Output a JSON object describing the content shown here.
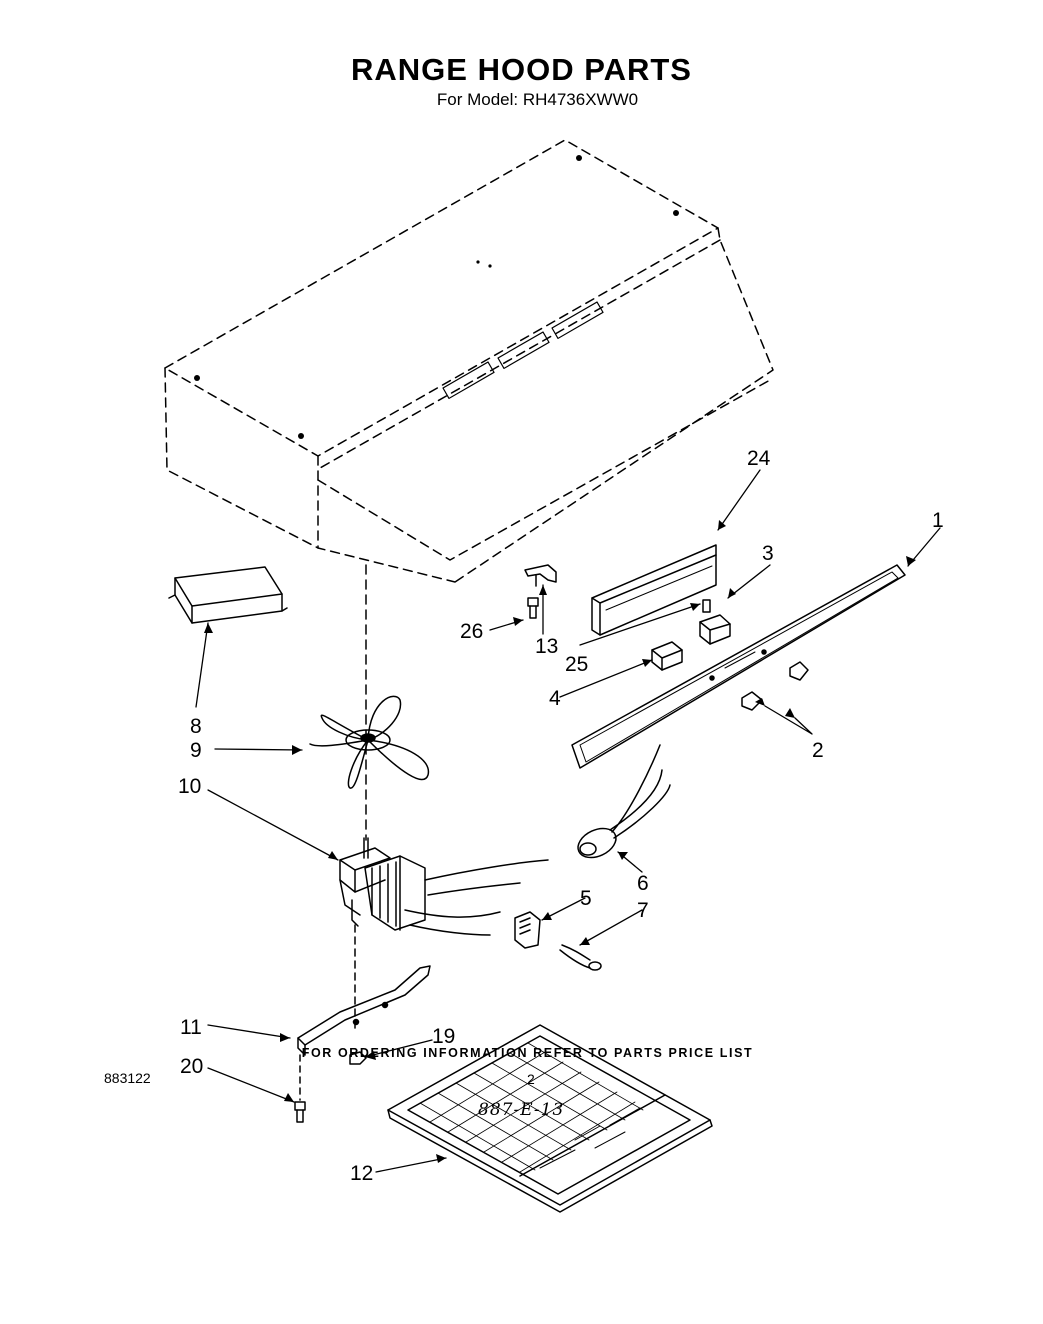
{
  "header": {
    "title": "RANGE HOOD PARTS",
    "subtitle": "For Model: RH4736XWW0"
  },
  "callouts": [
    "1",
    "2",
    "3",
    "4",
    "5",
    "6",
    "7",
    "8",
    "9",
    "10",
    "11",
    "12",
    "13",
    "19",
    "20",
    "24",
    "25",
    "26"
  ],
  "footer": {
    "ordering_note": "FOR ORDERING INFORMATION REFER TO PARTS PRICE LIST",
    "doc_number": "883122",
    "page_number": "2",
    "handwritten_note": "887-E-13"
  }
}
